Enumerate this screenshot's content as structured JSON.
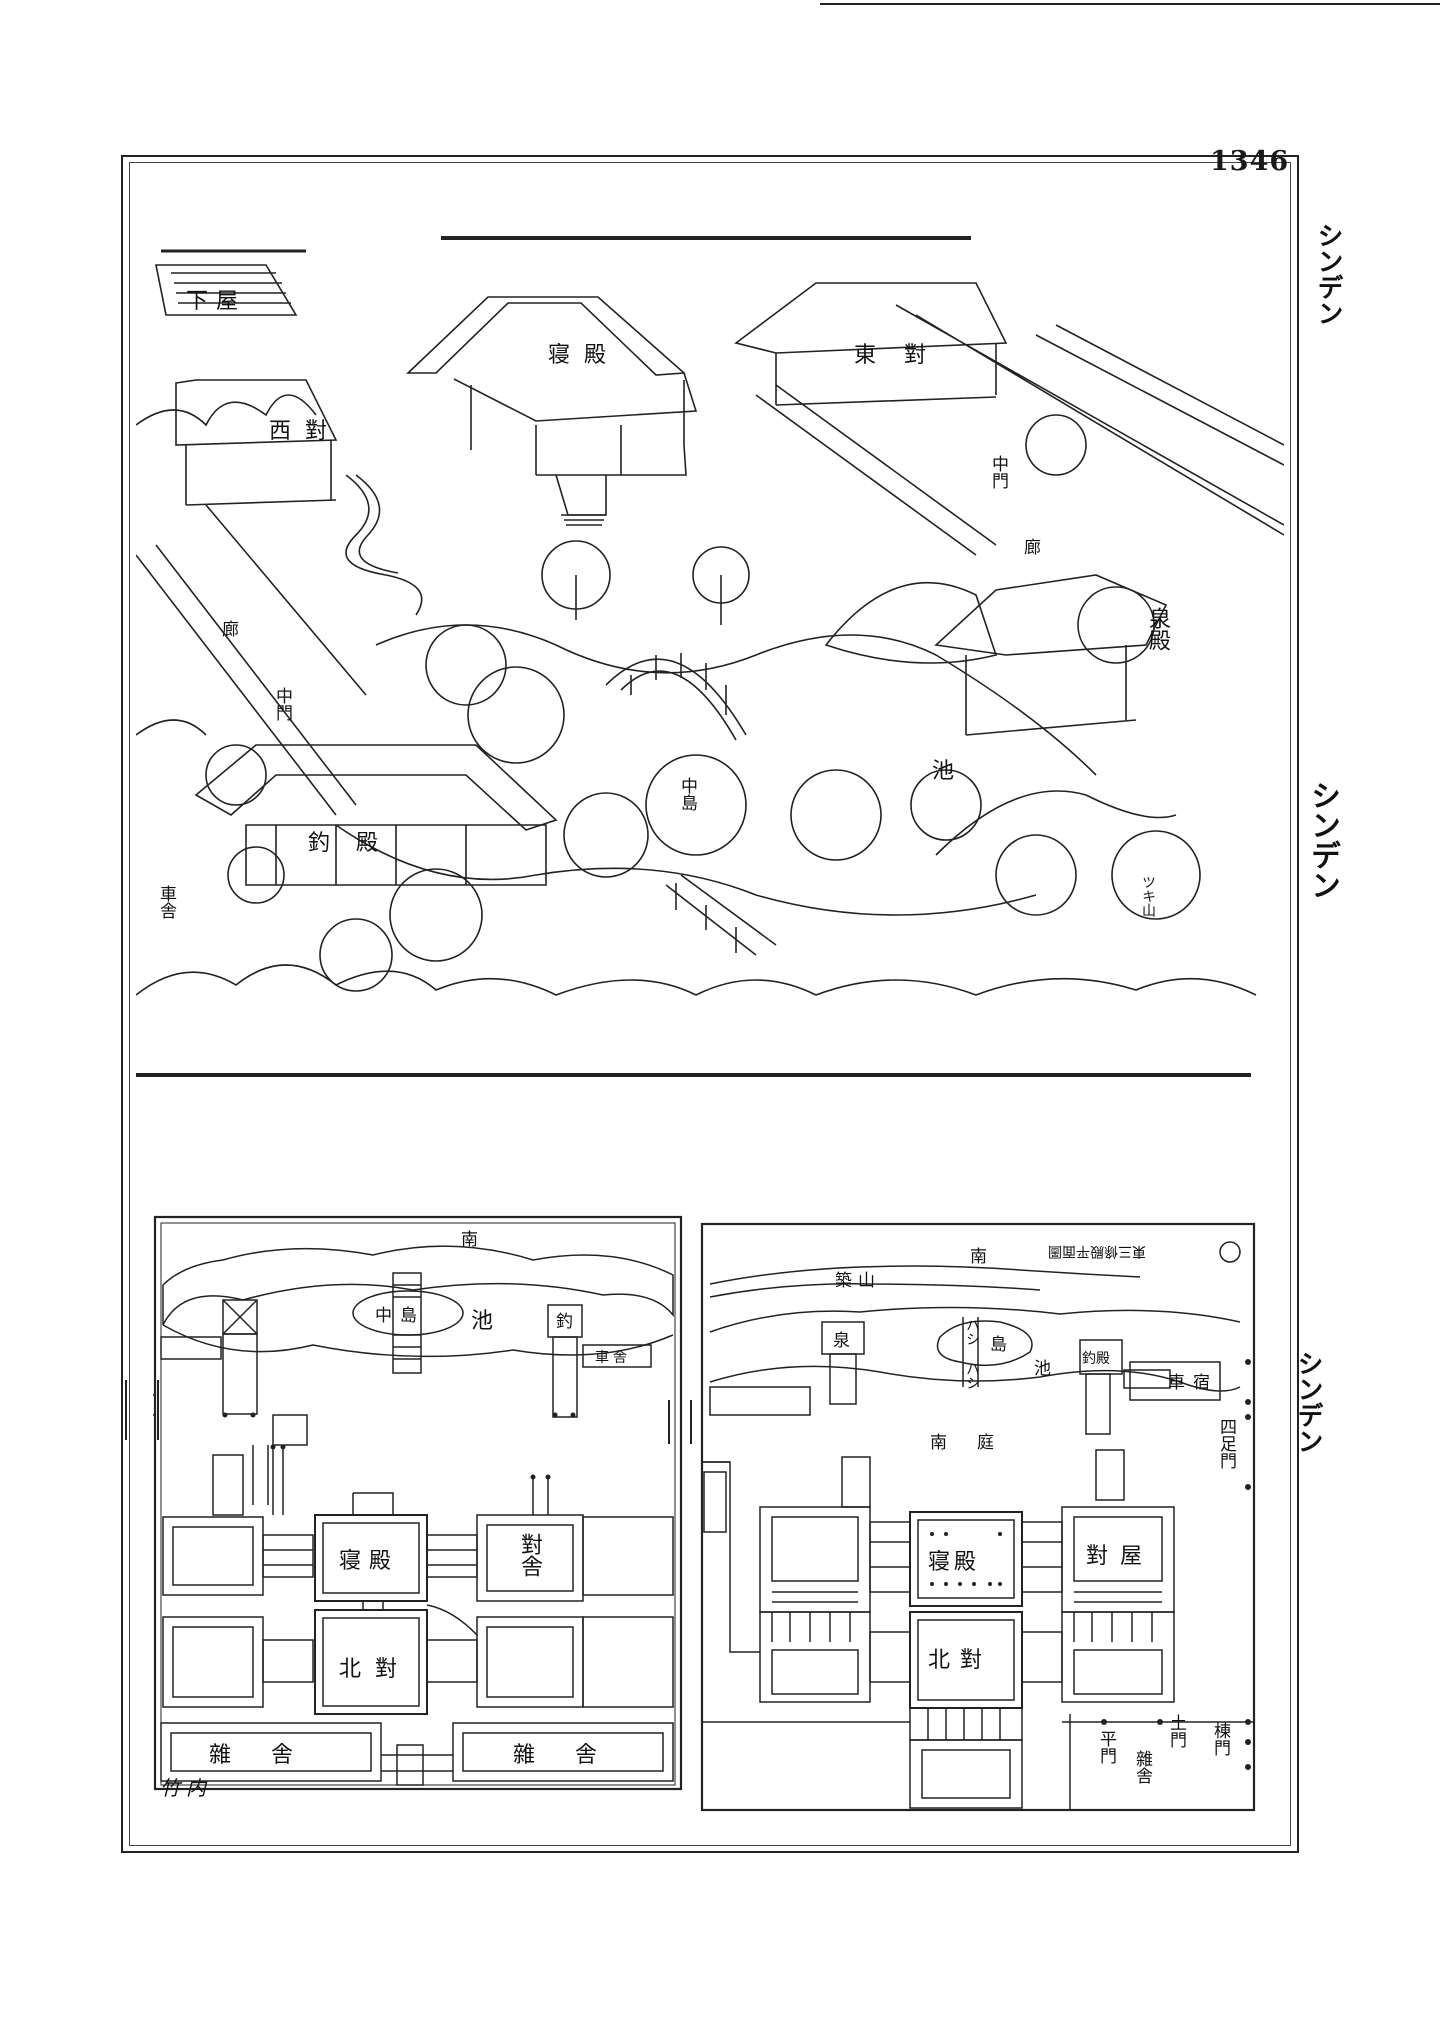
{
  "page": {
    "number": "1346"
  },
  "side_headings": [
    {
      "text": "シンデン"
    },
    {
      "text": "シンデン"
    },
    {
      "text": "シンデン"
    }
  ],
  "scene": {
    "labels": {
      "shimoya": "下屋",
      "shinden": "寝殿",
      "higashi_tai": "東對",
      "nishi_tai": "西對",
      "chumon_e": "中門",
      "ro_e": "廊",
      "izumidono": "泉殿",
      "ro_w": "廊",
      "chumon_w": "中門",
      "ike": "池",
      "nakajima": "中島",
      "tsuridono": "釣殿",
      "tsukiyama": "ツキ山",
      "kurumayado": "車舎"
    }
  },
  "plan_left": {
    "labels": {
      "minami": "南",
      "nakajima": "中島",
      "ike": "池",
      "tsuri": "釣",
      "shaya": "車舎",
      "shinden": "寝殿",
      "taisha": "對舎",
      "kitanotai": "北對",
      "zousha_l": "雜舎",
      "zousha_r": "雜舎"
    }
  },
  "plan_right": {
    "labels": {
      "minami": "南",
      "title_note": "東三條殿平面圖",
      "tsukiyama": "築山",
      "shima": "島",
      "hashi1": "ハシ",
      "hashi2": "ハシ",
      "ike": "池",
      "izumi": "泉",
      "tsuridono": "釣殿",
      "kurumayado": "車宿",
      "nantei": "南庭",
      "yotsuashimon": "四足門",
      "shinden": "寝殿",
      "taiya": "對屋",
      "kitanotai": "北對",
      "hiramon": "平門",
      "tsuchimon": "土門",
      "zousha": "雜舎",
      "munamon": "棟門"
    }
  },
  "signature": "竹内"
}
